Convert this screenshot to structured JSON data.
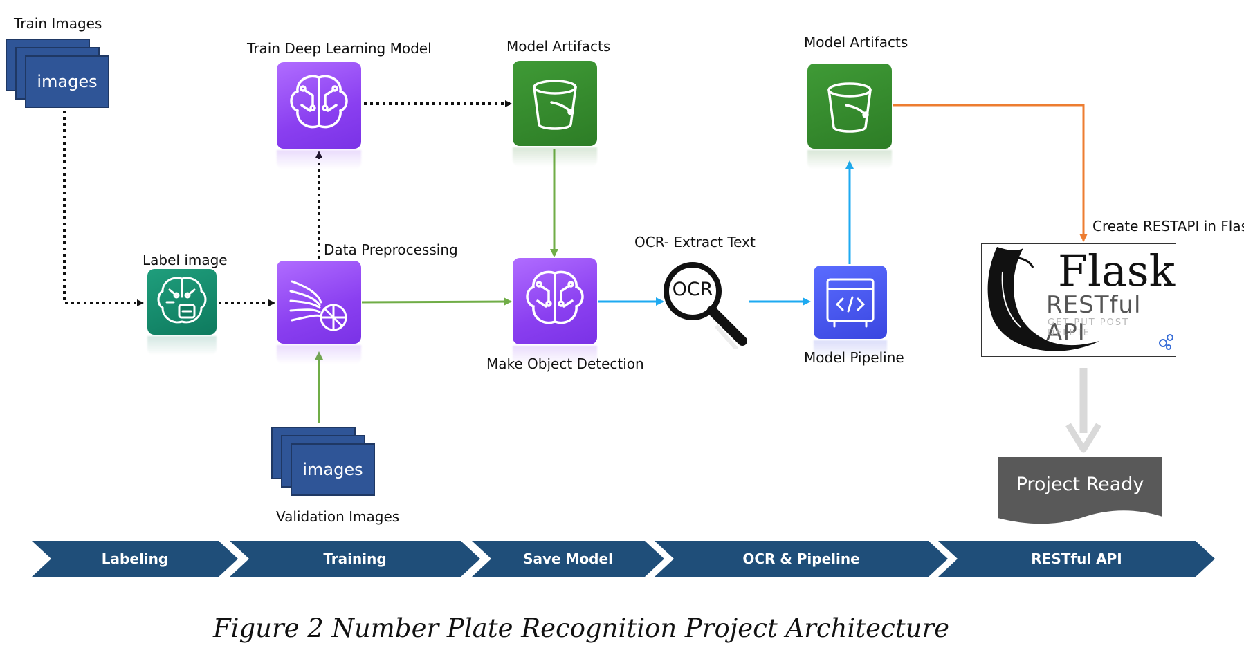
{
  "diagram": {
    "nodes": {
      "train_images": {
        "label": "Train Images",
        "stack_text": "images"
      },
      "validation_images": {
        "label": "Validation Images",
        "stack_text": "images"
      },
      "label_image": {
        "label": "Label image"
      },
      "data_preprocessing": {
        "label": "Data Preprocessing"
      },
      "train_model": {
        "label": "Train Deep Learning Model"
      },
      "model_artifacts_1": {
        "label": "Model Artifacts"
      },
      "object_detection": {
        "label": "Make Object Detection"
      },
      "ocr": {
        "label": "OCR- Extract Text",
        "icon_text": "OCR"
      },
      "model_pipeline": {
        "label": "Model Pipeline"
      },
      "model_artifacts_2": {
        "label": "Model Artifacts"
      },
      "flask_api": {
        "label": "Create RESTAPI in Flask",
        "brand": "Flask",
        "subtitle": "RESTful API",
        "verbs": "GET PUT POST DELETE"
      },
      "project_ready": {
        "label": "Project Ready"
      }
    },
    "edges": [
      {
        "from": "train_images",
        "to": "label_image",
        "style": "dotted",
        "color": "#111111"
      },
      {
        "from": "label_image",
        "to": "data_preprocessing",
        "style": "dotted",
        "color": "#111111"
      },
      {
        "from": "data_preprocessing",
        "to": "train_model",
        "style": "dotted",
        "color": "#111111"
      },
      {
        "from": "train_model",
        "to": "model_artifacts_1",
        "style": "dotted",
        "color": "#111111"
      },
      {
        "from": "validation_images",
        "to": "data_preprocessing",
        "style": "solid",
        "color": "#70ad47"
      },
      {
        "from": "data_preprocessing",
        "to": "object_detection",
        "style": "solid",
        "color": "#70ad47"
      },
      {
        "from": "model_artifacts_1",
        "to": "object_detection",
        "style": "solid",
        "color": "#70ad47"
      },
      {
        "from": "object_detection",
        "to": "ocr",
        "style": "solid",
        "color": "#1eaaf1"
      },
      {
        "from": "ocr",
        "to": "model_pipeline",
        "style": "solid",
        "color": "#1eaaf1"
      },
      {
        "from": "model_pipeline",
        "to": "model_artifacts_2",
        "style": "solid",
        "color": "#1eaaf1"
      },
      {
        "from": "model_artifacts_2",
        "to": "flask_api",
        "style": "solid",
        "color": "#ed7d31"
      },
      {
        "from": "flask_api",
        "to": "project_ready",
        "style": "solid",
        "color": "#d9d9d9"
      }
    ],
    "stages": [
      "Labeling",
      "Training",
      "Save Model",
      "OCR & Pipeline",
      "RESTful API"
    ],
    "stage_color": "#1f4e79"
  },
  "caption": "Figure 2 Number Plate Recognition Project Architecture"
}
